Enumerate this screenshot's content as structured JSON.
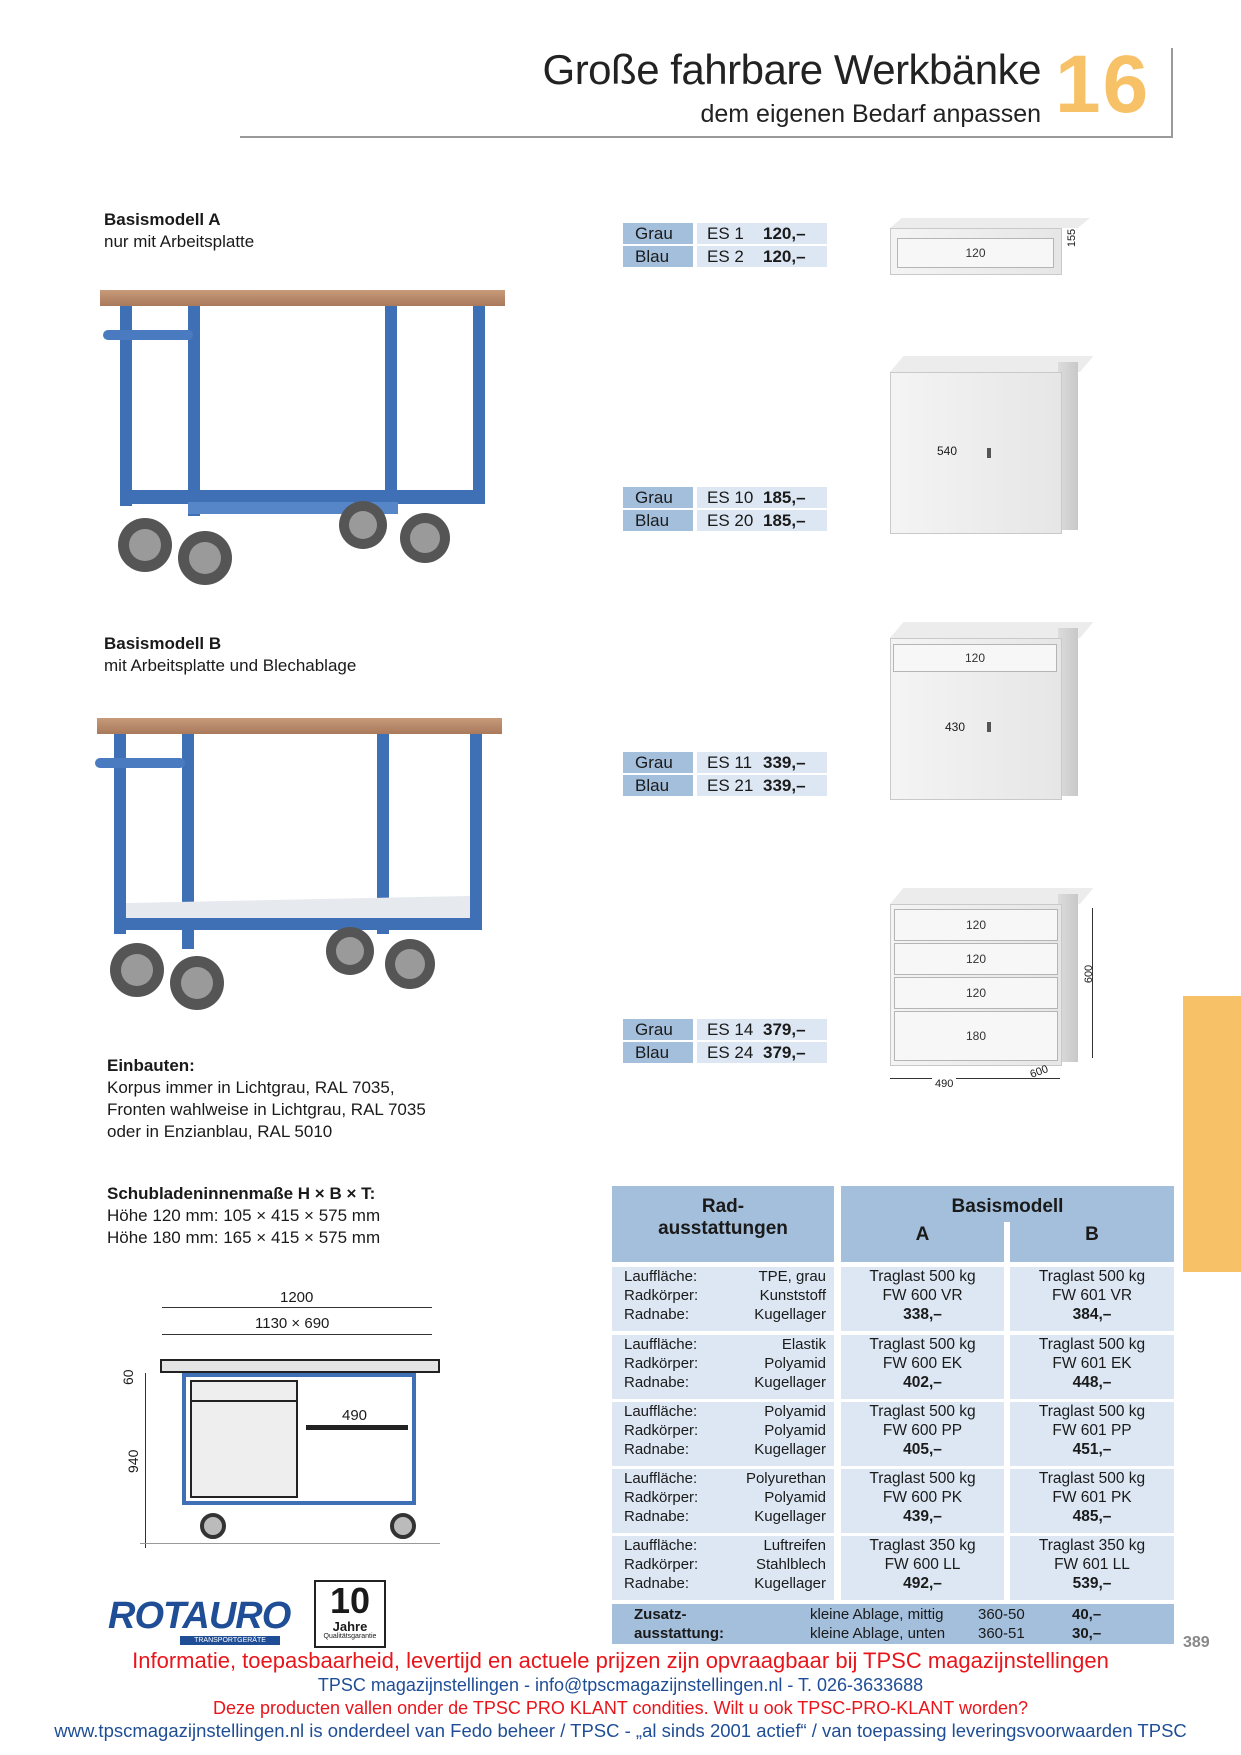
{
  "header": {
    "title": "Große fahrbare Werkbänke",
    "subtitle": "dem eigenen Bedarf anpassen",
    "chapter": "16"
  },
  "modelA": {
    "title": "Basismodell A",
    "desc": "nur mit Arbeitsplatte"
  },
  "modelB": {
    "title": "Basismodell B",
    "desc": "mit Arbeitsplatte und Blechablage"
  },
  "einbauten": {
    "title": "Einbauten:",
    "lines": [
      "Korpus immer in Lichtgrau, RAL 7035,",
      "Fronten wahlweise in Lichtgrau, RAL 7035",
      "oder in Enzianblau, RAL 5010"
    ]
  },
  "schublade": {
    "title": "Schubladeninnenmaße H × B × T:",
    "lines": [
      "Höhe 120 mm: 105 × 415 × 575 mm",
      "Höhe 180 mm: 165 × 415 × 575 mm"
    ]
  },
  "prices": [
    {
      "rows": [
        {
          "color": "Grau",
          "code": "ES 1",
          "price": "120,–"
        },
        {
          "color": "Blau",
          "code": "ES 2",
          "price": "120,–"
        }
      ]
    },
    {
      "rows": [
        {
          "color": "Grau",
          "code": "ES 10",
          "price": "185,–"
        },
        {
          "color": "Blau",
          "code": "ES 20",
          "price": "185,–"
        }
      ]
    },
    {
      "rows": [
        {
          "color": "Grau",
          "code": "ES 11",
          "price": "339,–"
        },
        {
          "color": "Blau",
          "code": "ES 21",
          "price": "339,–"
        }
      ]
    },
    {
      "rows": [
        {
          "color": "Grau",
          "code": "ES 14",
          "price": "379,–"
        },
        {
          "color": "Blau",
          "code": "ES 24",
          "price": "379,–"
        }
      ]
    }
  ],
  "cabinets": {
    "c1": {
      "drawer": "120",
      "height": "155"
    },
    "c2": {
      "door": "540"
    },
    "c3": {
      "drawer": "120",
      "door": "430"
    },
    "c4": {
      "d1": "120",
      "d2": "120",
      "d3": "120",
      "d4": "180",
      "height": "600",
      "width": "490",
      "depth": "600"
    }
  },
  "drawing": {
    "total_width": "1200",
    "inner": "1130 × 690",
    "drawer_width": "490",
    "top_height": "60",
    "height": "940"
  },
  "brand": {
    "logo": "ROTAURO",
    "tagline": "TRANSPORTGERÄTE",
    "years": "10",
    "years_label": "Jahre",
    "warranty": "Qualitätsgarantie"
  },
  "table": {
    "col1_header_line1": "Rad-",
    "col1_header_line2": "ausstattungen",
    "group_header": "Basismodell",
    "colA": "A",
    "colB": "B",
    "label_lauf": "Lauffläche:",
    "label_rad": "Radkörper:",
    "label_nabe": "Radnabe:",
    "rows": [
      {
        "lauf": "TPE, grau",
        "rad": "Kunststoff",
        "nabe": "Kugellager",
        "a_load": "Traglast 500 kg",
        "a_code": "FW 600 VR",
        "a_price": "338,–",
        "b_load": "Traglast 500 kg",
        "b_code": "FW 601 VR",
        "b_price": "384,–"
      },
      {
        "lauf": "Elastik",
        "rad": "Polyamid",
        "nabe": "Kugellager",
        "a_load": "Traglast 500 kg",
        "a_code": "FW 600 EK",
        "a_price": "402,–",
        "b_load": "Traglast 500 kg",
        "b_code": "FW 601 EK",
        "b_price": "448,–"
      },
      {
        "lauf": "Polyamid",
        "rad": "Polyamid",
        "nabe": "Kugellager",
        "a_load": "Traglast 500 kg",
        "a_code": "FW 600 PP",
        "a_price": "405,–",
        "b_load": "Traglast 500 kg",
        "b_code": "FW 601 PP",
        "b_price": "451,–"
      },
      {
        "lauf": "Polyurethan",
        "rad": "Polyamid",
        "nabe": "Kugellager",
        "a_load": "Traglast 500 kg",
        "a_code": "FW 600 PK",
        "a_price": "439,–",
        "b_load": "Traglast 500 kg",
        "b_code": "FW 601 PK",
        "b_price": "485,–"
      },
      {
        "lauf": "Luftreifen",
        "rad": "Stahlblech",
        "nabe": "Kugellager",
        "a_load": "Traglast 350 kg",
        "a_code": "FW 600 LL",
        "a_price": "492,–",
        "b_load": "Traglast 350 kg",
        "b_code": "FW 601 LL",
        "b_price": "539,–"
      }
    ],
    "zusatz": {
      "label_line1": "Zusatz-",
      "label_line2": "ausstattung:",
      "items": [
        {
          "name": "kleine Ablage, mittig",
          "code": "360-50",
          "price": "40,–"
        },
        {
          "name": "kleine Ablage, unten",
          "code": "360-51",
          "price": "30,–"
        }
      ]
    }
  },
  "page_number": "389",
  "footer": {
    "line1": "Informatie, toepasbaarheid, levertijd en actuele prijzen zijn opvraagbaar bij TPSC magazijnstellingen",
    "line2": "TPSC magazijnstellingen - info@tpscmagazijnstellingen.nl - T. 026-3633688",
    "line3": "Deze producten vallen onder de TPSC PRO KLANT condities. Wilt u ook TPSC-PRO-KLANT worden?",
    "line4": "www.tpscmagazijnstellingen.nl is onderdeel van Fedo beheer / TPSC - „al sinds 2001 actief“ / van toepassing leveringsvoorwaarden TPSC"
  },
  "colors": {
    "accent": "#f7c267",
    "table_header": "#a4bfdc",
    "table_cell": "#dce7f3",
    "frame_blue": "#3f6fb5",
    "footer_red": "#e8151b",
    "footer_blue": "#1f4e96"
  }
}
